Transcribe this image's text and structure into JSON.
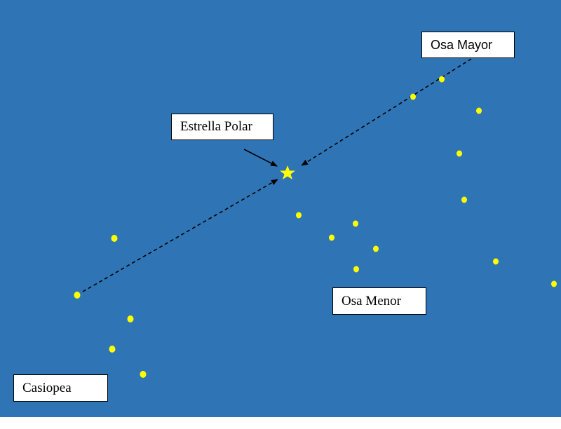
{
  "labels": {
    "osa_mayor": "Osa Mayor",
    "estrella_polar": "Estrella Polar",
    "osa_menor": "Osa Menor",
    "casiopea": "Casiopea"
  },
  "colors": {
    "sky": "#2f75b6",
    "star": "#ffff00",
    "box": "#ffffff",
    "line": "#000000"
  }
}
